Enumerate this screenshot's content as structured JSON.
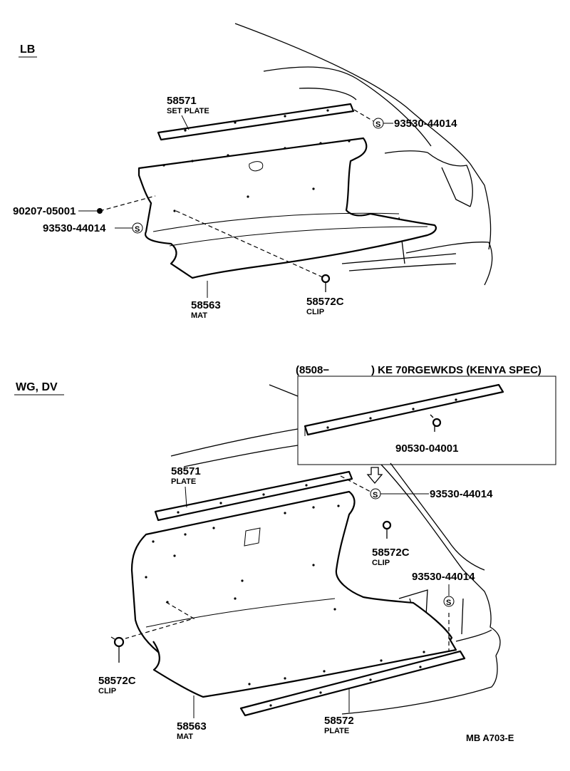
{
  "top_section": {
    "title": "LB",
    "labels": {
      "set_plate_num": "58571",
      "set_plate_name": "SET PLATE",
      "screw_right": "93530-44014",
      "grommet_num": "90207-05001",
      "screw_left": "93530-44014",
      "mat_num": "58563",
      "mat_name": "MAT",
      "clip_num": "58572C",
      "clip_name": "CLIP"
    }
  },
  "bottom_section": {
    "title": "WG, DV",
    "inset": {
      "header_left": "(8508−",
      "header_right": ") KE 70RGEWKDS (KENYA SPEC)",
      "screw_num": "90530-04001"
    },
    "labels": {
      "plate_num": "58571",
      "plate_name": "PLATE",
      "screw_top": "93530-44014",
      "clip_right_num": "58572C",
      "clip_right_name": "CLIP",
      "screw_bottom": "93530-44014",
      "clip_left_num": "58572C",
      "clip_left_name": "CLIP",
      "mat_num": "58563",
      "mat_name": "MAT",
      "plate2_num": "58572",
      "plate2_name": "PLATE"
    }
  },
  "footer": {
    "code": "MB A703-E"
  }
}
